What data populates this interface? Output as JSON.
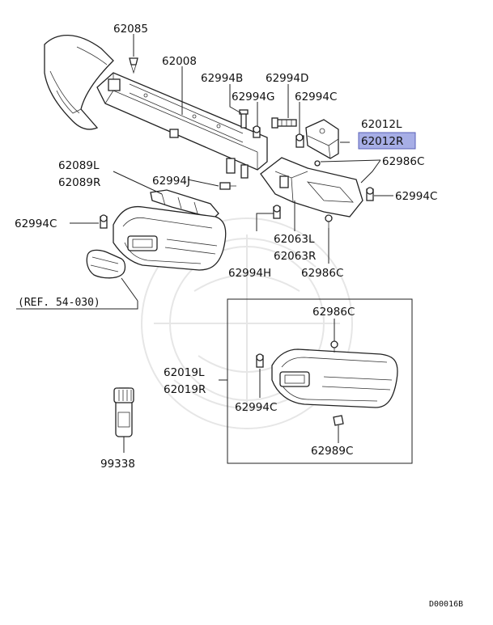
{
  "labels": {
    "p62085": "62085",
    "p62008": "62008",
    "p62994B": "62994B",
    "p62994D": "62994D",
    "p62994G": "62994G",
    "p62994C_top": "62994C",
    "p62012L": "62012L",
    "p62012R": "62012R",
    "p62986C_a": "62986C",
    "p62994C_right": "62994C",
    "p62089L": "62089L",
    "p62089R": "62089R",
    "p62994J": "62994J",
    "p62994C_left": "62994C",
    "p62063L": "62063L",
    "p62063R": "62063R",
    "p62994H": "62994H",
    "p62986C_b": "62986C",
    "ref": "(REF. 54-030)",
    "p62986C_box": "62986C",
    "p62019L": "62019L",
    "p62019R": "62019R",
    "p62994C_box": "62994C",
    "p62989C": "62989C",
    "p99338": "99338",
    "code": "D00016B"
  },
  "highlight": {
    "fill": "#a7aee6",
    "stroke": "#5860b8"
  }
}
